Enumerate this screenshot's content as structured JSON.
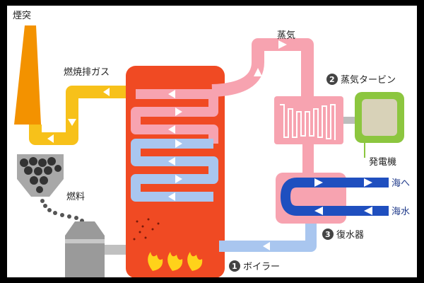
{
  "labels": {
    "chimney": "煙突",
    "exhaust_gas": "燃焼排ガス",
    "steam": "蒸気",
    "turbine": "蒸気タービン",
    "turbine_num": "2",
    "generator": "発電機",
    "to_sea": "海へ",
    "seawater": "海水",
    "fuel": "燃料",
    "condenser": "復水器",
    "condenser_num": "3",
    "boiler": "ボイラー",
    "boiler_num": "1"
  },
  "colors": {
    "chimney": "#f39200",
    "exhaust": "#f7c11a",
    "boiler": "#f04a23",
    "steam": "#f7a3b0",
    "water": "#a9c6ef",
    "seawater": "#1f4fbf",
    "generator": "#8cc63f",
    "fuel": "#333333"
  }
}
